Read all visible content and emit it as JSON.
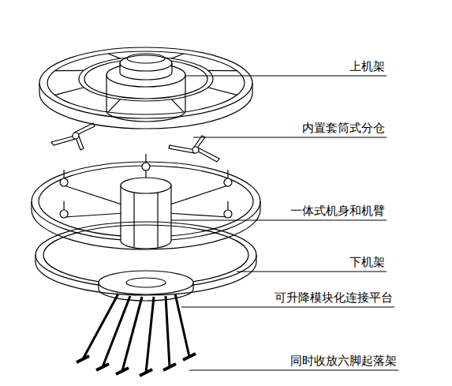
{
  "diagram": {
    "labels": [
      "上机架",
      "内置套筒式分仓",
      "一体式机身和机臂",
      "下机架",
      "可升降模块化连接平台",
      "同时收放六脚起落架"
    ]
  }
}
